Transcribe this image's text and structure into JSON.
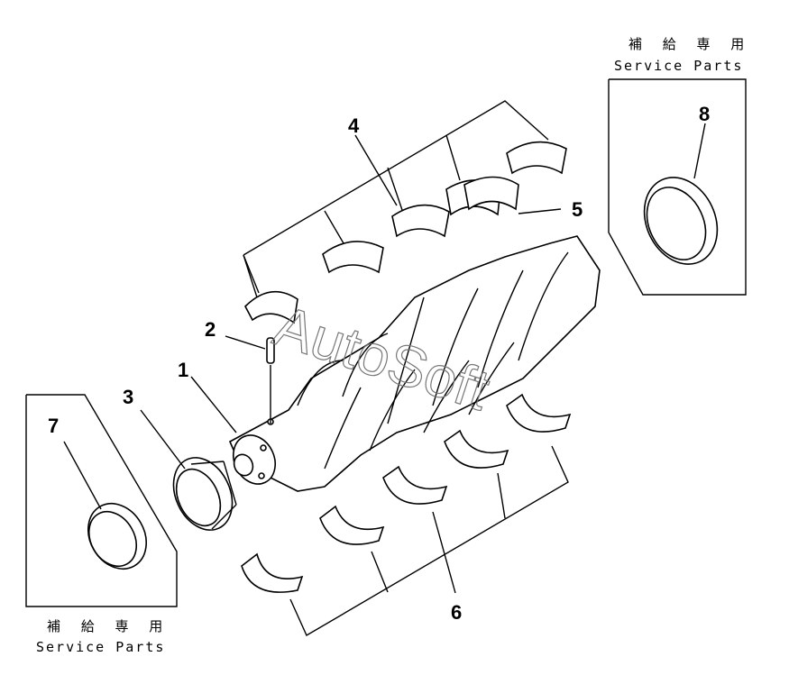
{
  "service_box_left": {
    "jp": "補 給 専 用",
    "en": "Service Parts"
  },
  "service_box_right": {
    "jp": "補 給 専 用",
    "en": "Service Parts"
  },
  "callouts": [
    "1",
    "2",
    "3",
    "4",
    "5",
    "6",
    "7",
    "8"
  ],
  "watermark": "AutoSoft"
}
